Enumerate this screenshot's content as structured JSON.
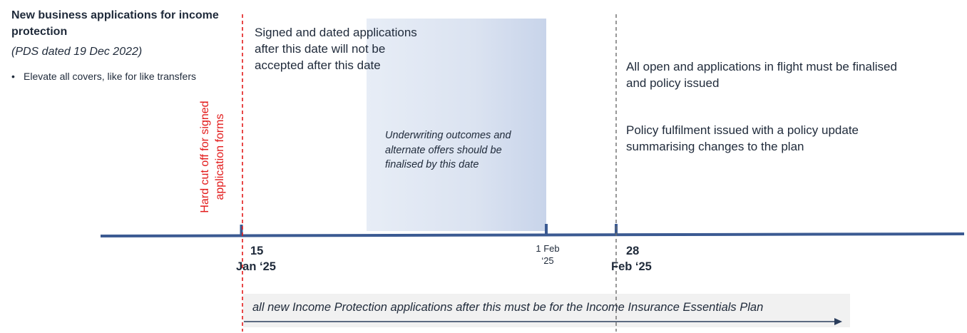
{
  "heading": {
    "title": "New business applications  for income protection",
    "subtitle": "(PDS dated 19 Dec 2022)",
    "bullets": [
      "Elevate all covers, like for like transfers"
    ]
  },
  "cutoff_label": "Hard cut off for signed application forms",
  "signed_note": "Signed and dated applications after this date will not be accepted after this date",
  "underwriting_note": "Underwriting outcomes and alternate offers should be finalised by this date",
  "right_notes": [
    "All open and applications in flight must be finalised and policy issued",
    "Policy fulfilment issued with a policy update summarising changes to the plan"
  ],
  "dates": {
    "d15_day": "15",
    "d15_month": "Jan ‘25",
    "d1feb_day": "1 Feb",
    "d1feb_year": "‘25",
    "d28_day": "28",
    "d28_month": "Feb ‘25"
  },
  "banner_text": "all new Income Protection applications after this must be for the Income Insurance Essentials Plan",
  "colors": {
    "timeline": "#3b5a92",
    "cutoff_red": "#e21a1a",
    "dashed_grey": "#6b6b6b",
    "shade_light": "#e7edf6",
    "shade_dark": "#c8d4ea",
    "text_dark": "#1f2a3a"
  }
}
